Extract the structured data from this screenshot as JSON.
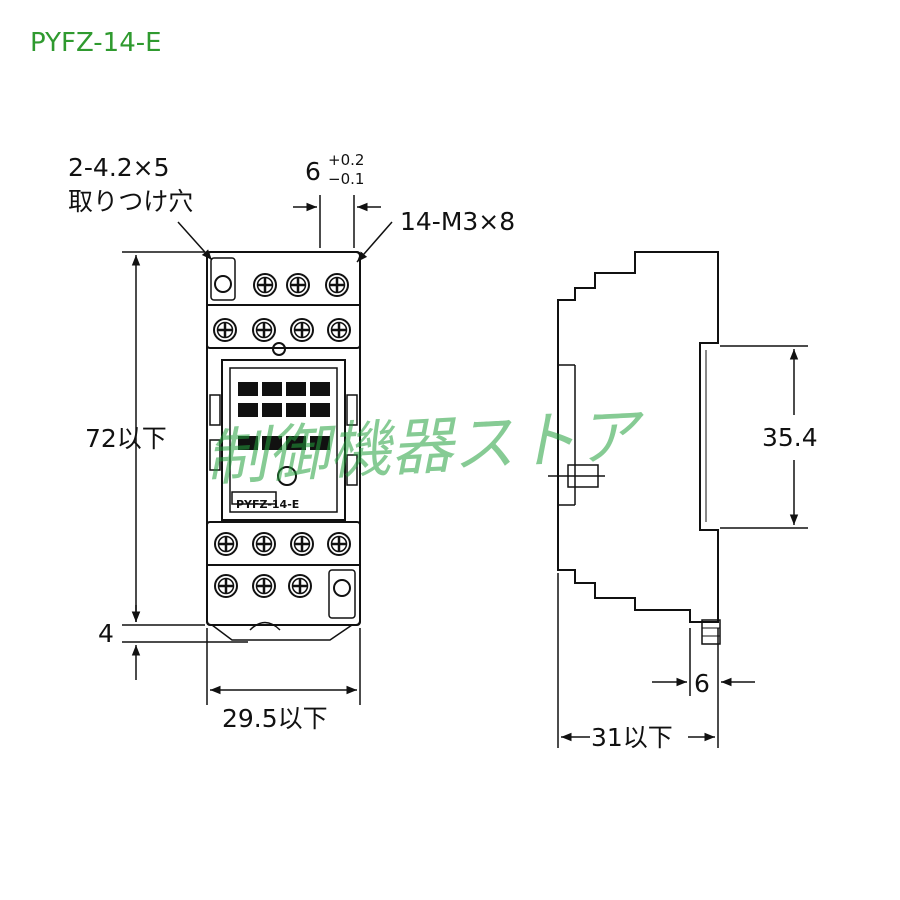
{
  "title": "PYFZ-14-E",
  "labels": {
    "hole_spec": "2-4.2×5",
    "hole_name": "取りつけ穴",
    "pitch_nominal": "6",
    "pitch_tol_plus": "+0.2",
    "pitch_tol_minus": "−0.1",
    "screw_spec": "14-M3×8",
    "height": "72以下",
    "bottom_offset": "4",
    "width": "29.5以下",
    "rail_height": "35.4",
    "terminal_depth": "6",
    "depth": "31以下",
    "model_plate": "PYFZ-14-E"
  },
  "watermark": "制御機器ストア",
  "colors": {
    "title": "#2f9a2f",
    "watermark": "#22a03c",
    "line": "#111111"
  }
}
